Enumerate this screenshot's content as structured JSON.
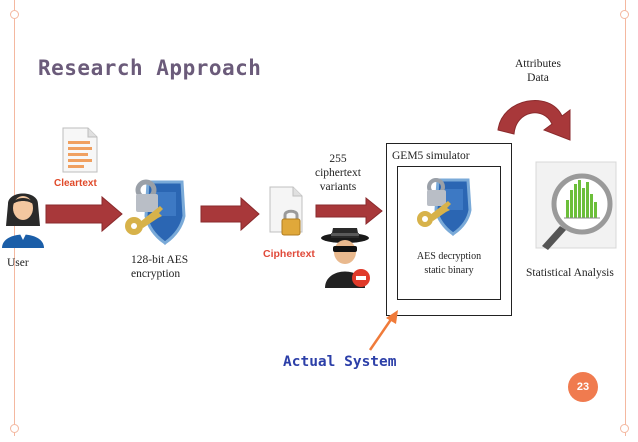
{
  "title": "Research Approach",
  "nodes": {
    "user": "User",
    "cleartext": "Cleartext",
    "aes_encryption_line1": "128-bit AES",
    "aes_encryption_line2": "encryption",
    "ciphertext": "Ciphertext",
    "variants_line1": "255",
    "variants_line2": "ciphertext",
    "variants_line3": "variants",
    "simulator": "GEM5 simulator",
    "decrypt_line1": "AES decryption",
    "decrypt_line2": "static binary",
    "attributes_line1": "Attributes",
    "attributes_line2": "Data",
    "stats": "Statistical Analysis"
  },
  "actual_system": "Actual System",
  "page_number": "23",
  "colors": {
    "arrow": "#a8383a",
    "title": "#6b5b7a",
    "accent": "#f07b4f",
    "actual_system": "#2c3fa8"
  },
  "icons": [
    "user-icon",
    "document-icon",
    "lock-key-icon",
    "locked-document-icon",
    "spy-icon",
    "magnifier-chart-icon"
  ]
}
